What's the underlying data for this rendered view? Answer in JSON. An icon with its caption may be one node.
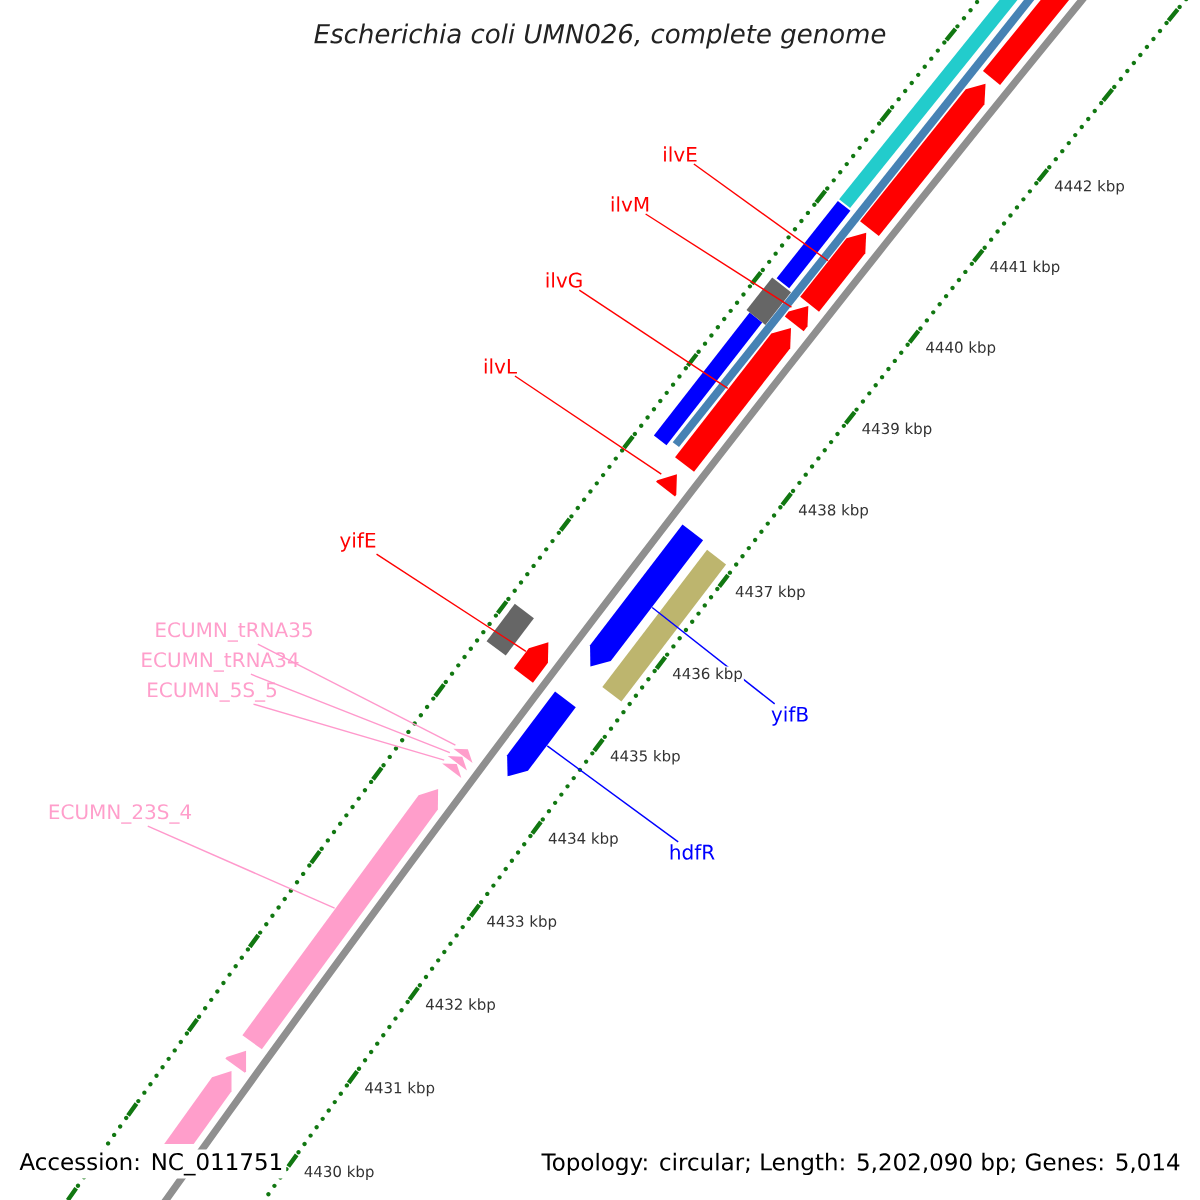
{
  "diagram": {
    "title": "Escherichia coli UMN026, complete genome",
    "nodes": [
      {
        "text": [
          "ilvE"
        ]
      },
      {
        "text": [
          "ilvM"
        ]
      },
      {
        "text": [
          "ilvG"
        ]
      },
      {
        "text": [
          "ilvL"
        ]
      },
      {
        "text": [
          "yifE"
        ]
      },
      {
        "text": [
          "ECUMN_tRNA35"
        ]
      },
      {
        "text": [
          "ECUMN_tRNA34"
        ]
      },
      {
        "text": [
          "ECUMN_5S_5"
        ]
      },
      {
        "text": [
          "ECUMN_23S_4"
        ]
      },
      {
        "text": [
          "yifB"
        ]
      },
      {
        "text": [
          "hdfR"
        ]
      },
      {
        "text": [],
        "shape": "bar"
      },
      {
        "text": [],
        "shape": "bar"
      },
      {
        "text": [],
        "shape": "bar"
      },
      {
        "text": [],
        "shape": "bar"
      },
      {
        "text": [],
        "shape": "bar"
      },
      {
        "text": [],
        "shape": "bar"
      },
      {
        "text": [],
        "shape": "bar"
      },
      {
        "text": [],
        "shape": "bar"
      },
      {
        "text": [],
        "shape": "bar"
      },
      {
        "text": [],
        "shape": "bar"
      },
      {
        "text": [],
        "shape": "bar"
      },
      {
        "text": [],
        "shape": "bar"
      },
      {
        "text": [],
        "shape": "bar"
      },
      {
        "text": [],
        "shape": "bar"
      },
      {
        "text": [],
        "shape": "bar"
      },
      {
        "text": [],
        "shape": "bar"
      },
      {
        "text": [],
        "shape": "bar"
      },
      {
        "text": [],
        "shape": "bar"
      },
      {
        "text": [],
        "shape": "bar"
      },
      {
        "text": [],
        "shape": "bar"
      },
      {
        "text": [],
        "shape": "bar"
      },
      {
        "text": [],
        "shape": "bar"
      }
    ],
    "edges": [
      {
        "from": 0,
        "to": 11,
        "arrow": "none"
      },
      {
        "from": 1,
        "to": 12,
        "arrow": "none"
      },
      {
        "from": 2,
        "to": 13,
        "arrow": "none"
      },
      {
        "from": 3,
        "to": 14,
        "arrow": "none"
      },
      {
        "from": 4,
        "to": 16,
        "arrow": "none"
      },
      {
        "from": 5,
        "to": 18,
        "arrow": "none",
        "color": "#ff99cc"
      },
      {
        "from": 6,
        "to": 19,
        "arrow": "none",
        "color": "#ff99cc"
      },
      {
        "from": 7,
        "to": 20,
        "arrow": "none",
        "color": "#ff99cc"
      },
      {
        "from": 8,
        "to": 21,
        "arrow": "none",
        "color": "#ff99cc"
      },
      {
        "from": 9,
        "to": 15,
        "arrow": "none",
        "color": "#0000ff"
      },
      {
        "from": 10,
        "to": 17,
        "arrow": "none",
        "color": "#0000ff"
      }
    ],
    "labels": [
      "4442 kbp",
      "4441 kbp",
      "4440 kbp",
      "4439 kbp",
      "4438 kbp",
      "4437 kbp",
      "4436 kbp",
      "4435 kbp",
      "4434 kbp",
      "4433 kbp",
      "4432 kbp",
      "4431 kbp",
      "4430 kbp",
      "Accession: NC_011751",
      "Topology: circular; Length: 5,202,090 bp; Genes: 5,014"
    ]
  }
}
